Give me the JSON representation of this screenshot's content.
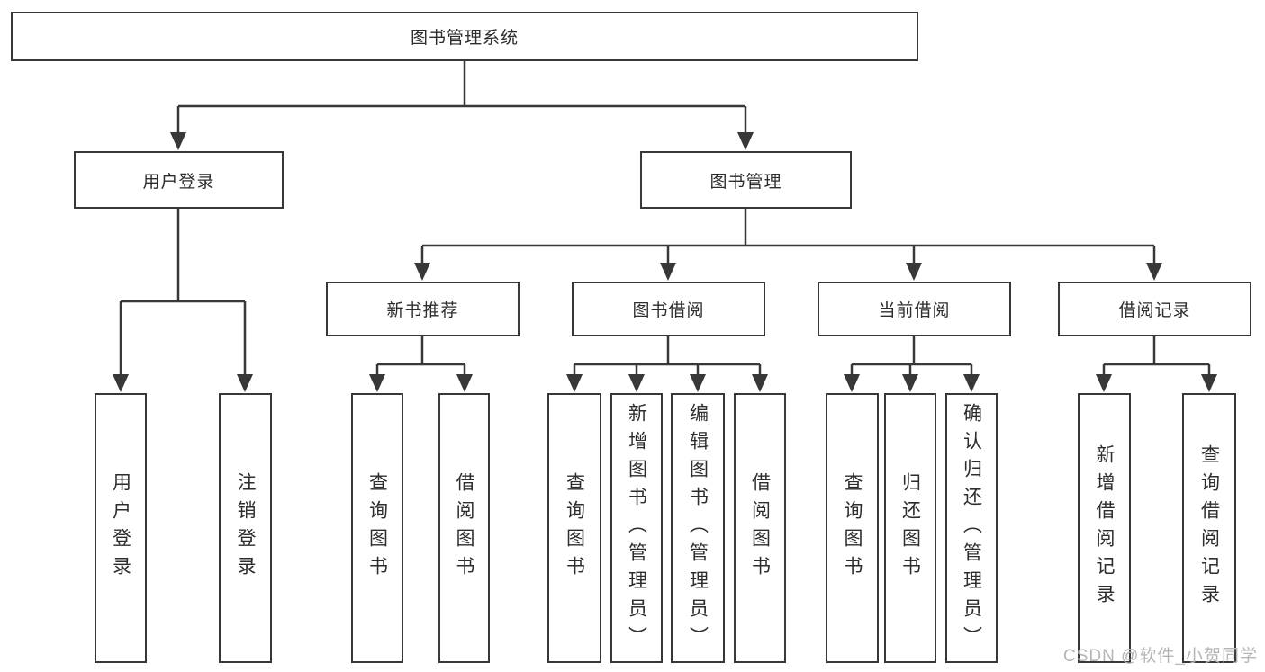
{
  "tree": {
    "root": "图书管理系统",
    "branches": [
      {
        "label": "用户登录",
        "children": [
          "用户登录",
          "注销登录"
        ]
      },
      {
        "label": "图书管理",
        "sections": [
          {
            "label": "新书推荐",
            "children": [
              "查询图书",
              "借阅图书"
            ]
          },
          {
            "label": "图书借阅",
            "children": [
              "查询图书",
              "新增图书（管理员）",
              "编辑图书（管理员）",
              "借阅图书"
            ]
          },
          {
            "label": "当前借阅",
            "children": [
              "查询图书",
              "归还图书",
              "确认归还（管理员）"
            ]
          },
          {
            "label": "借阅记录",
            "children": [
              "新增借阅记录",
              "查询借阅记录"
            ]
          }
        ]
      }
    ]
  },
  "watermark": {
    "text": "CSDN @软件_小贺同学"
  },
  "colors": {
    "line": "#383838",
    "box_border": "#383838",
    "text": "#2d2d2d",
    "watermark": "#b5b5b5",
    "background": "#ffffff"
  }
}
